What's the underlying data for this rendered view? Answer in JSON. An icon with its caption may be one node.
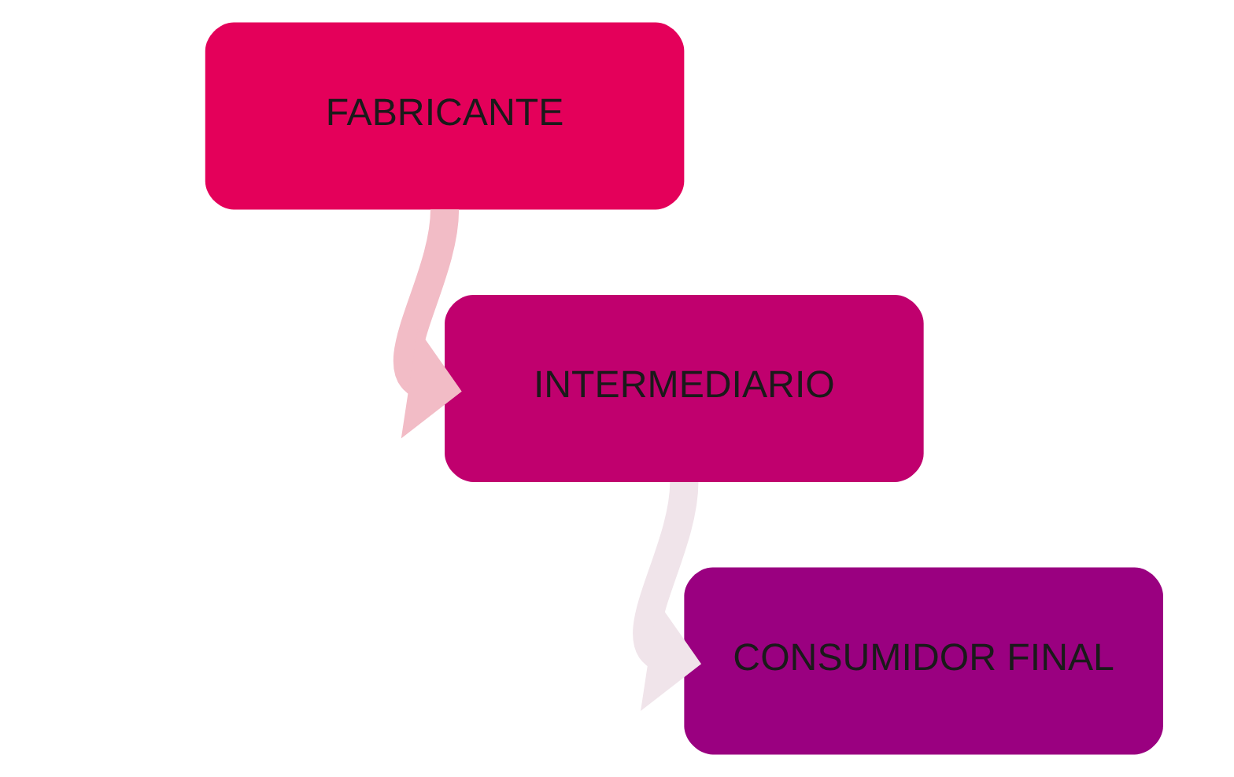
{
  "diagram": {
    "nodes": [
      {
        "text": [
          "FABRICANTE"
        ]
      },
      {
        "text": [
          "INTERMEDIARIO"
        ]
      },
      {
        "text": [
          "CONSUMIDOR FINAL"
        ]
      }
    ],
    "edges": [
      {
        "from": 0,
        "to": 1,
        "arrow": "to",
        "color": "#f2bcc6"
      },
      {
        "from": 1,
        "to": 2,
        "arrow": "to",
        "color": "#f0e4ea"
      }
    ]
  }
}
